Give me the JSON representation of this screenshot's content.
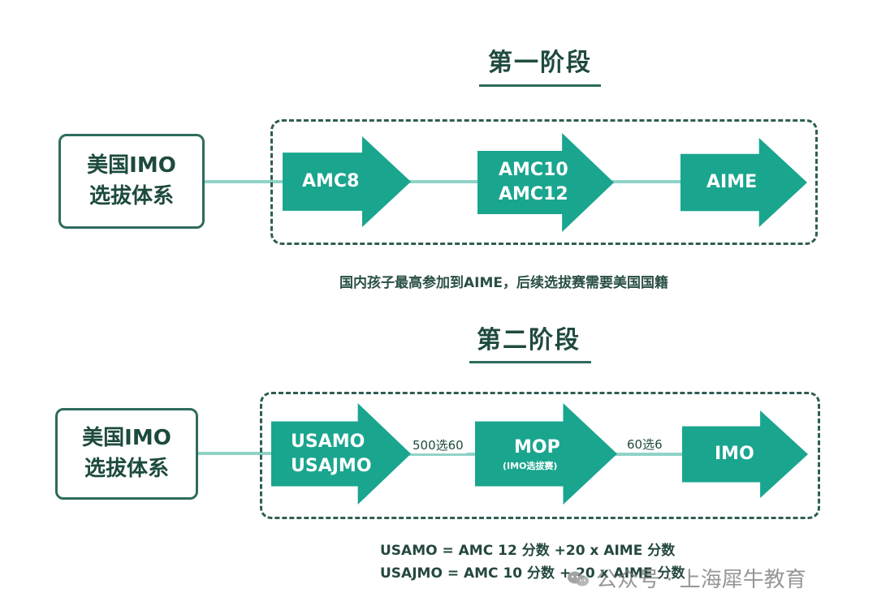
{
  "stage1": {
    "title": "第一阶段",
    "system": [
      "美国IMO",
      "选拔体系"
    ],
    "steps": [
      {
        "lines": [
          "AMC8"
        ]
      },
      {
        "lines": [
          "AMC10",
          "AMC12"
        ]
      },
      {
        "lines": [
          "AIME"
        ]
      }
    ],
    "note": "国内孩子最高参加到AIME，后续选拔赛需要美国国籍"
  },
  "stage2": {
    "title": "第二阶段",
    "system": [
      "美国IMO",
      "选拔体系"
    ],
    "steps": [
      {
        "lines": [
          "USAMO",
          "USAJMO"
        ]
      },
      {
        "lines": [
          "MOP"
        ],
        "sub": "(IMO选拔赛)"
      },
      {
        "lines": [
          "IMO"
        ]
      }
    ],
    "selections": [
      "500选60",
      "60选6"
    ],
    "formulas": [
      "USAMO = AMC 12 分数 +20 x AIME 分数",
      "USAJMO  = AMC 10 分数 + 20 x AIME 分数"
    ]
  },
  "watermark": {
    "text": "公众号 · 上海犀牛教育",
    "icon": "wechat-icon"
  },
  "colors": {
    "arrow": "#1aa58f",
    "connector": "#8fd3c7",
    "dark": "#1f4a3f"
  }
}
